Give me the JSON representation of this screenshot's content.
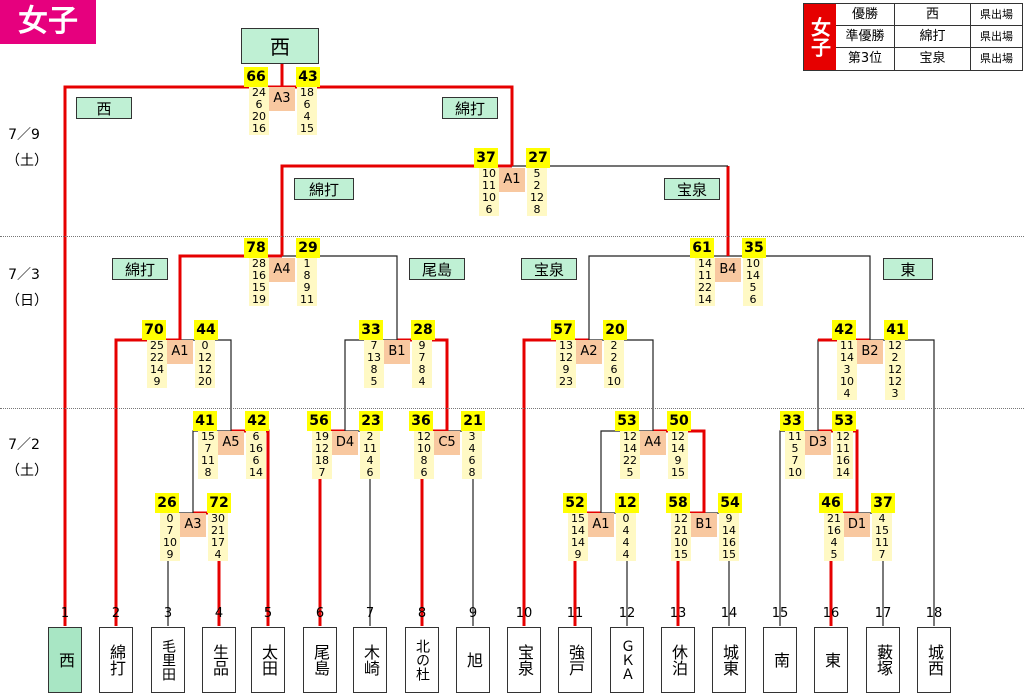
{
  "title": "女子",
  "results": {
    "label": "女子",
    "rows": [
      {
        "place": "優勝",
        "team": "西",
        "note": "県出場"
      },
      {
        "place": "準優勝",
        "team": "綿打",
        "note": "県出場"
      },
      {
        "place": "第3位",
        "team": "宝泉",
        "note": "県出場"
      }
    ]
  },
  "dates": [
    "7／9\n（土）",
    "7／3\n（日）",
    "7／2\n（土）"
  ],
  "teams": [
    {
      "no": "1",
      "name": "西"
    },
    {
      "no": "2",
      "name": "綿打"
    },
    {
      "no": "3",
      "name": "毛里田"
    },
    {
      "no": "4",
      "name": "生品"
    },
    {
      "no": "5",
      "name": "太田"
    },
    {
      "no": "6",
      "name": "尾島"
    },
    {
      "no": "7",
      "name": "木崎"
    },
    {
      "no": "8",
      "name": "北の杜"
    },
    {
      "no": "9",
      "name": "旭"
    },
    {
      "no": "10",
      "name": "宝泉"
    },
    {
      "no": "11",
      "name": "強戸"
    },
    {
      "no": "12",
      "name": "ＧＫＡ"
    },
    {
      "no": "13",
      "name": "休泊"
    },
    {
      "no": "14",
      "name": "城東"
    },
    {
      "no": "15",
      "name": "南"
    },
    {
      "no": "16",
      "name": "東"
    },
    {
      "no": "17",
      "name": "藪塚"
    },
    {
      "no": "18",
      "name": "城西"
    }
  ],
  "champion": "西",
  "winner_labels": [
    "西",
    "綿打",
    "綿打",
    "宝泉",
    "綿打",
    "尾島",
    "宝泉",
    "東"
  ],
  "games": [
    {
      "id": "A3",
      "s1": "66",
      "s2": "43",
      "l": [
        "24",
        "6",
        "20",
        "16"
      ],
      "r": [
        "18",
        "6",
        "4",
        "15"
      ]
    },
    {
      "id": "A1",
      "s1": "37",
      "s2": "27",
      "l": [
        "10",
        "11",
        "10",
        "6"
      ],
      "r": [
        "5",
        "2",
        "12",
        "8"
      ]
    },
    {
      "id": "A4",
      "s1": "78",
      "s2": "29",
      "l": [
        "28",
        "16",
        "15",
        "19"
      ],
      "r": [
        "1",
        "8",
        "9",
        "11"
      ]
    },
    {
      "id": "B4",
      "s1": "61",
      "s2": "35",
      "l": [
        "14",
        "11",
        "22",
        "14"
      ],
      "r": [
        "10",
        "14",
        "5",
        "6"
      ]
    },
    {
      "id": "A1",
      "s1": "70",
      "s2": "44",
      "l": [
        "25",
        "22",
        "14",
        "9"
      ],
      "r": [
        "0",
        "12",
        "12",
        "20"
      ]
    },
    {
      "id": "B1",
      "s1": "33",
      "s2": "28",
      "l": [
        "7",
        "13",
        "8",
        "5"
      ],
      "r": [
        "9",
        "7",
        "8",
        "4"
      ]
    },
    {
      "id": "A2",
      "s1": "57",
      "s2": "20",
      "l": [
        "13",
        "12",
        "9",
        "23"
      ],
      "r": [
        "2",
        "2",
        "6",
        "10"
      ]
    },
    {
      "id": "B2",
      "s1": "42",
      "s2": "41",
      "l": [
        "11",
        "14",
        "3",
        "10",
        "4"
      ],
      "r": [
        "12",
        "2",
        "12",
        "12",
        "3"
      ]
    },
    {
      "id": "A5",
      "s1": "41",
      "s2": "42",
      "l": [
        "15",
        "7",
        "11",
        "8"
      ],
      "r": [
        "6",
        "16",
        "6",
        "14"
      ]
    },
    {
      "id": "D4",
      "s1": "56",
      "s2": "23",
      "l": [
        "19",
        "12",
        "18",
        "7"
      ],
      "r": [
        "2",
        "11",
        "4",
        "6"
      ]
    },
    {
      "id": "C5",
      "s1": "36",
      "s2": "21",
      "l": [
        "12",
        "10",
        "8",
        "6"
      ],
      "r": [
        "3",
        "4",
        "6",
        "8"
      ]
    },
    {
      "id": "A4",
      "s1": "53",
      "s2": "50",
      "l": [
        "12",
        "14",
        "22",
        "5"
      ],
      "r": [
        "12",
        "14",
        "9",
        "15"
      ]
    },
    {
      "id": "D3",
      "s1": "33",
      "s2": "53",
      "l": [
        "11",
        "5",
        "7",
        "10"
      ],
      "r": [
        "12",
        "11",
        "16",
        "14"
      ]
    },
    {
      "id": "A3",
      "s1": "26",
      "s2": "72",
      "l": [
        "0",
        "7",
        "10",
        "9"
      ],
      "r": [
        "30",
        "21",
        "17",
        "4"
      ]
    },
    {
      "id": "A1",
      "s1": "52",
      "s2": "12",
      "l": [
        "15",
        "14",
        "14",
        "9"
      ],
      "r": [
        "0",
        "4",
        "4",
        "4"
      ]
    },
    {
      "id": "B1",
      "s1": "58",
      "s2": "54",
      "l": [
        "12",
        "21",
        "10",
        "15"
      ],
      "r": [
        "9",
        "14",
        "16",
        "15"
      ]
    },
    {
      "id": "D1",
      "s1": "46",
      "s2": "37",
      "l": [
        "21",
        "16",
        "4",
        "5"
      ],
      "r": [
        "4",
        "15",
        "11",
        "7"
      ]
    }
  ]
}
